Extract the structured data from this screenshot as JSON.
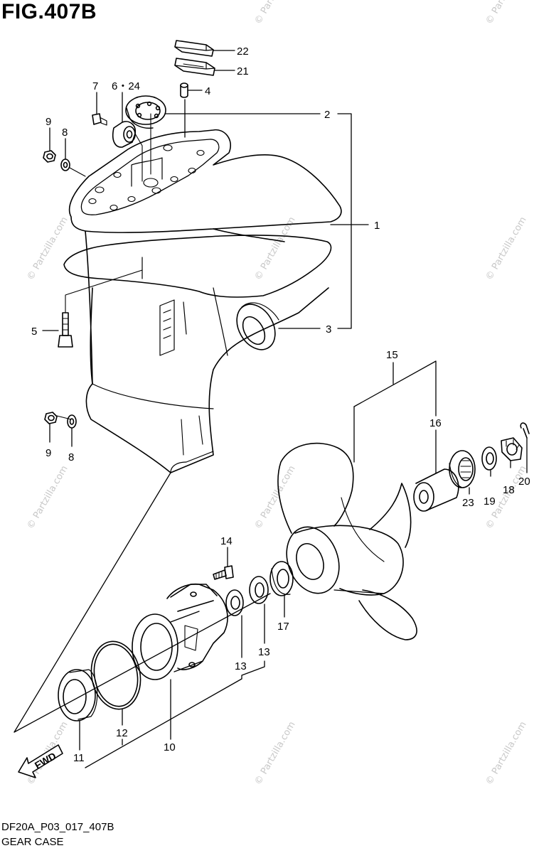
{
  "figure": {
    "title": "FIG.407B"
  },
  "footer": {
    "code": "DF20A_P03_017_407B",
    "name": "GEAR CASE"
  },
  "watermark": "© Partzilla.com",
  "fwd_label": "FWD",
  "callouts": {
    "c22": "22",
    "c21": "21",
    "c4": "4",
    "c2": "2",
    "c7": "7",
    "c6_24": "6・24",
    "c9a": "9",
    "c8a": "8",
    "c1": "1",
    "c5": "5",
    "c3": "3",
    "c15": "15",
    "c16": "16",
    "c9b": "9",
    "c8b": "8",
    "c20": "20",
    "c18": "18",
    "c19": "19",
    "c23": "23",
    "c14": "14",
    "c17": "17",
    "c13a": "13",
    "c13b": "13",
    "c12": "12",
    "c10": "10",
    "c11": "11"
  }
}
